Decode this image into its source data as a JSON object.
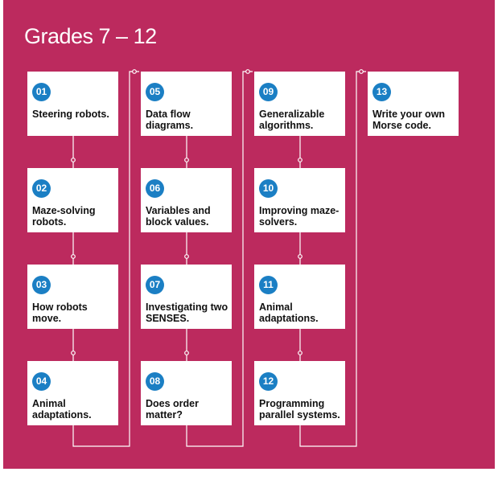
{
  "title": "Grades 7 – 12",
  "colors": {
    "background": "#bc2a5e",
    "card": "#ffffff",
    "badge": "#1b7fc4",
    "connector": "#ffffff"
  },
  "lessons": [
    {
      "number": "01",
      "label": "Steering robots."
    },
    {
      "number": "02",
      "label": "Maze-solving robots."
    },
    {
      "number": "03",
      "label": "How robots move."
    },
    {
      "number": "04",
      "label": "Animal adaptations."
    },
    {
      "number": "05",
      "label": "Data flow diagrams."
    },
    {
      "number": "06",
      "label": "Variables and block values."
    },
    {
      "number": "07",
      "label": "Investigating two SENSES."
    },
    {
      "number": "08",
      "label": "Does order matter?"
    },
    {
      "number": "09",
      "label": "Generalizable algorithms."
    },
    {
      "number": "10",
      "label": "Improving maze-solvers."
    },
    {
      "number": "11",
      "label": "Animal adaptations."
    },
    {
      "number": "12",
      "label": "Programming parallel systems."
    },
    {
      "number": "13",
      "label": "Write your own Morse code."
    }
  ]
}
